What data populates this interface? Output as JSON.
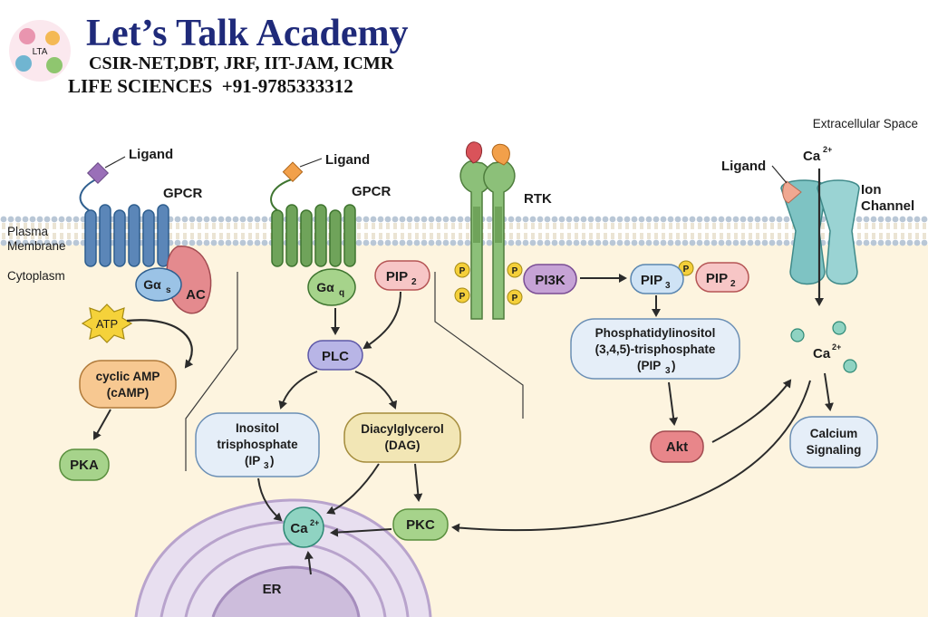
{
  "header": {
    "title": "Let’s Talk Academy",
    "subtitle": "CSIR-NET,DBT, JRF, IIT-JAM, ICMR",
    "tagline": "LIFE SCIENCES  +91-9785333312",
    "logo_text": "LTA"
  },
  "regions": {
    "extracellular": "Extracellular Space",
    "membrane_line1": "Plasma",
    "membrane_line2": "Membrane",
    "cytoplasm": "Cytoplasm"
  },
  "gpcr_s": {
    "ligand": "Ligand",
    "receptor": "GPCR",
    "g_alpha": "Gα",
    "g_sub": "s",
    "ac": "AC",
    "atp": "ATP",
    "camp_line1": "cyclic AMP",
    "camp_line2": "(cAMP)",
    "pka": "PKA"
  },
  "gpcr_q": {
    "ligand": "Ligand",
    "receptor": "GPCR",
    "g_alpha": "Gα",
    "g_sub": "q",
    "pip2": "PIP",
    "pip2_sub": "2",
    "plc": "PLC",
    "ip3_line1": "Inositol",
    "ip3_line2": "trisphosphate",
    "ip3_line3": "(IP",
    "ip3_sub": "3",
    "ip3_close": ")",
    "dag_line1": "Diacylglycerol",
    "dag_line2": "(DAG)",
    "pkc": "PKC",
    "er_ca": "Ca",
    "er_ca_sup": "2+",
    "er": "ER"
  },
  "rtk": {
    "receptor": "RTK",
    "p": "P",
    "pi3k": "PI3K",
    "pip3": "PIP",
    "pip3_sub": "3",
    "pip2": "PIP",
    "pip2_sub": "2",
    "pip3_full_line1": "Phosphatidylinositol",
    "pip3_full_line2": "(3,4,5)-trisphosphate",
    "pip3_full_line3": "(PIP",
    "pip3_full_sub": "3",
    "pip3_full_close": ")",
    "akt": "Akt"
  },
  "ion_channel": {
    "ligand": "Ligand",
    "ca_top": "Ca",
    "ca_top_sup": "2+",
    "channel_line1": "Ion",
    "channel_line2": "Channel",
    "ca_cyto": "Ca",
    "ca_cyto_sup": "2+",
    "signal_line1": "Calcium",
    "signal_line2": "Signaling"
  },
  "colors": {
    "gpcr_s": "#5b86b8",
    "gpcr_q": "#6fa35a",
    "rtk": "#8cc079",
    "channel": "#7ec3c3",
    "cytoplasm": "#fdf4df",
    "title": "#1f2a7a"
  }
}
